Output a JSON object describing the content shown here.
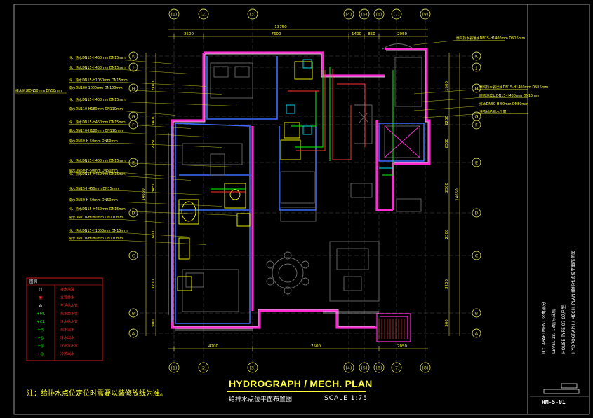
{
  "title": "HYDROGRAPH / MECH. PLAN",
  "subtitle": "给排水点位平面布置图",
  "scale": "SCALE 1:75",
  "note": "注：给排水点位定位时需要以装修放线为准。",
  "sheet_number": "HM-5-01",
  "title_block": {
    "project": "ICC APARTMENT  公寓部分",
    "level": "LEVEL  18.  18层标准层",
    "unit_type": "HOUSE TYPE  07  07户型",
    "drawing": "HYDROGRAPH / MECH. PLAN  给排水点位平面布置图"
  },
  "grid_columns": [
    "(1)",
    "(2)",
    "(3)",
    "(4)",
    "(5)",
    "(6)",
    "(7)",
    "(8)"
  ],
  "grid_rows_left": [
    "K",
    "J",
    "H",
    "G",
    "F",
    "E",
    "D",
    "C",
    "B",
    "A"
  ],
  "grid_rows_right": [
    "K",
    "J",
    "H",
    "G",
    "F",
    "E",
    "D",
    "C",
    "B",
    "A"
  ],
  "dims_top": [
    "2500",
    "7600",
    "1400",
    "850",
    "2050"
  ],
  "dims_top_total": "13750",
  "dims_bottom": [
    "4200",
    "7500",
    "2050"
  ],
  "dims_left": [
    "2700",
    "1400",
    "2250",
    "3450",
    "1400",
    "3200",
    "900"
  ],
  "dims_left_total": "14650",
  "dims_right": [
    "1500",
    "2250",
    "2300",
    "2300",
    "2300",
    "3200",
    "900"
  ],
  "dims_right_total": "14650",
  "left_annotations": [
    "冷、热水DN15-H450mm  DN15mm",
    "冷、热水DN15-H450mm  DN15mm",
    "冷、热水DN15-H1050mm  DN15mm",
    "排水DN100-1000mm  DN100mm",
    "冷、热水DN15-H450mm  DN15mm",
    "排水DN110-H180mm  DN110mm",
    "冷、热水DN15-H450mm  DN15mm",
    "排水DN110-H180mm  DN110mm",
    "排水DN50-H-50mm  DN50mm",
    "冷、热水DN15-H450mm  DN15mm",
    "排水DN50-H-50mm  DN50mm",
    "冷、热水DN15-H450mm  DN15mm",
    "冷水DN15-H450mm  DN15mm",
    "排水DN50-H-50mm  DN50mm",
    "冷、热水DN15-H450mm  DN15mm",
    "排水DN110-H180mm  DN110mm",
    "冷、热水DN15-H1050mm  DN15mm",
    "排水DN110-H180mm  DN110mm"
  ],
  "left_annotations_outer": [
    "排水地漏DN50mm  DN50mm"
  ],
  "right_annotations": [
    "燃气热水器进水DN15-H1400mm  DN15mm",
    "燃气热水器出水DN15-H1400mm  DN15mm",
    "厨房洗菜盆DN15-H450mm  DN15mm",
    "排水DN50-H-50mm  DN50mm",
    "洗衣机给排水位置"
  ],
  "legend": {
    "header": "图例",
    "items": [
      {
        "symbol": "○",
        "label": "排水地漏"
      },
      {
        "symbol": "▣",
        "label": "立管排水"
      },
      {
        "symbol": "◍",
        "label": "生活给水管"
      },
      {
        "symbol": "+HL",
        "label": "热水给水管"
      },
      {
        "symbol": "+CL",
        "label": "冷水给水管"
      },
      {
        "symbol": "+◎",
        "label": "热水出水"
      },
      {
        "symbol": "+◎",
        "label": "冷水出水"
      },
      {
        "symbol": "+◎",
        "label": "冷热水出水"
      },
      {
        "symbol": "+◎",
        "label": "冷热出水"
      }
    ]
  },
  "colors": {
    "background": "#000000",
    "grid_bubble": "#cccc55",
    "dimension": "#ffff3b",
    "wall": "#ff2ad4",
    "wall_core": "#ffffff",
    "furniture": "#6b6b6b",
    "pipe_cold": "#00ff00",
    "pipe_hot": "#ff3030",
    "pipe_drain": "#ffff00",
    "cyan": "#00e5ff",
    "legend_border": "#ff2020"
  }
}
